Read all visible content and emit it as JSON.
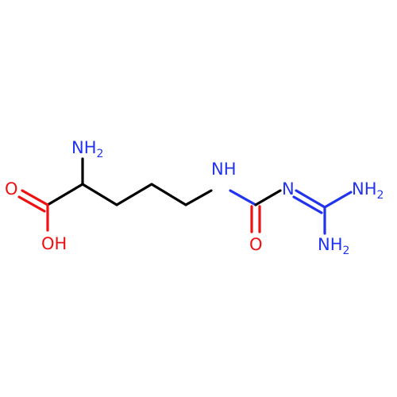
{
  "colors": {
    "bond": "#000000",
    "oxygen": "#ee1111",
    "nitrogen": "#2233ee",
    "background": "#ffffff"
  },
  "atoms": {
    "nh2_alpha": {
      "main": "NH",
      "sub": "2"
    },
    "oxo_acid": "O",
    "oh_acid": "OH",
    "nh_chain": "NH",
    "n_imine": "N",
    "oxo_urea": "O",
    "nh2_top": {
      "main": "NH",
      "sub": "2"
    },
    "nh2_bottom": {
      "main": "NH",
      "sub": "2"
    }
  }
}
